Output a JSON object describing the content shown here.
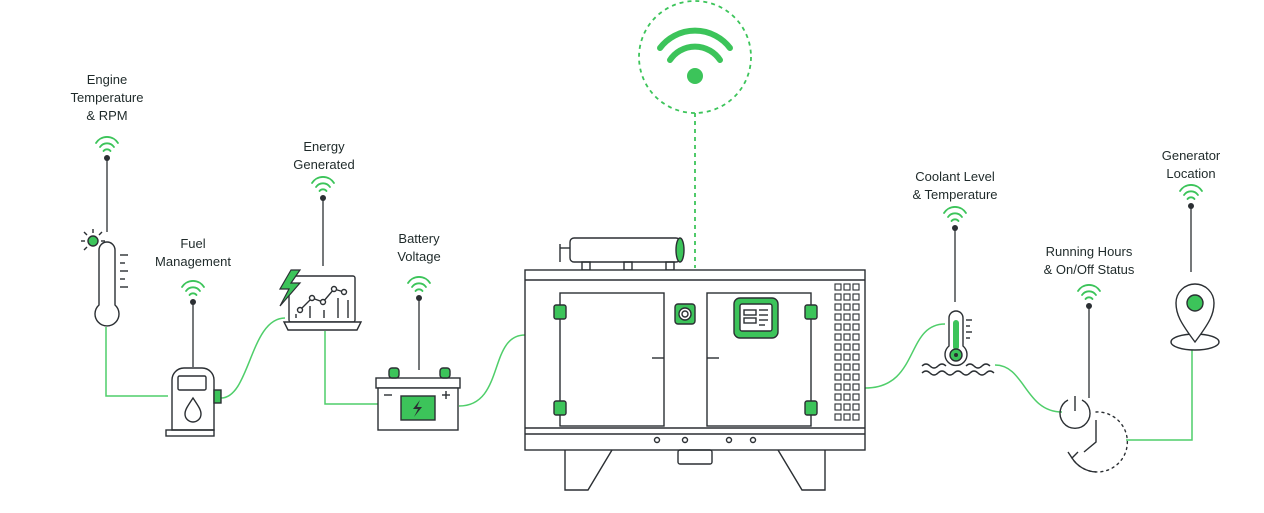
{
  "colors": {
    "accent": "#3cc45a",
    "line": "#2b2f33",
    "wire": "#4fce6a",
    "text": "#1f2a2a"
  },
  "sensors": {
    "engine": {
      "label": [
        "Engine",
        "Temperature",
        "& RPM"
      ],
      "icon": "thermometer-sun-icon"
    },
    "fuel": {
      "label": [
        "Fuel",
        "Management"
      ],
      "icon": "fuel-pump-icon"
    },
    "energy": {
      "label": [
        "Energy",
        "Generated"
      ],
      "icon": "laptop-chart-icon"
    },
    "battery": {
      "label": [
        "Battery",
        "Voltage"
      ],
      "icon": "battery-icon"
    },
    "coolant": {
      "label": [
        "Coolant Level",
        "& Temperature"
      ],
      "icon": "coolant-thermometer-icon"
    },
    "running": {
      "label": [
        "Running Hours",
        "& On/Off Status"
      ],
      "icon": "power-clock-icon"
    },
    "location": {
      "label": [
        "Generator",
        "Location"
      ],
      "icon": "map-pin-icon"
    }
  },
  "central": {
    "icon": "wifi-icon",
    "device": "generator-icon"
  }
}
